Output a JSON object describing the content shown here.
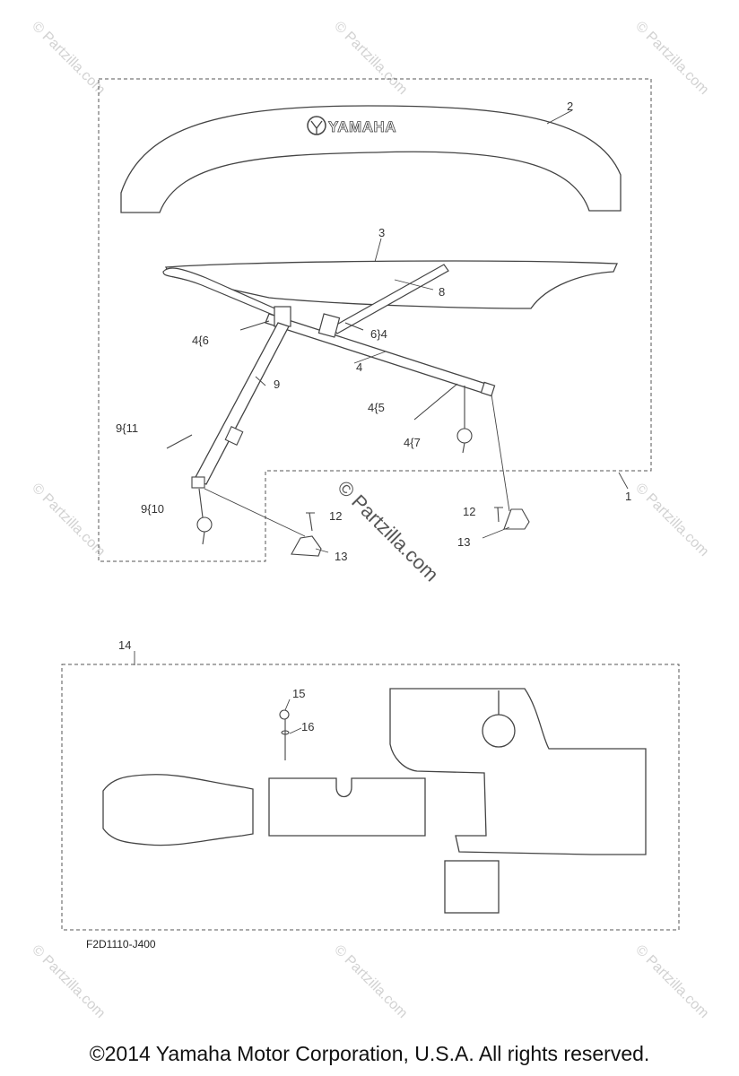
{
  "watermark": {
    "text": "© Partzilla.com",
    "center_text": "© Partzilla.com"
  },
  "brand_decal": "YAMAHA",
  "callouts": {
    "c1": "1",
    "c2": "2",
    "c3": "3",
    "c8": "8",
    "c6_4": "6}4",
    "c4_6": "4{6",
    "c4": "4",
    "c9": "9",
    "c4_5": "4{5",
    "c9_11": "9{11",
    "c4_7": "4{7",
    "c12a": "12",
    "c12b": "12",
    "c9_10": "9{10",
    "c13a": "13",
    "c13b": "13",
    "c14": "14",
    "c15": "15",
    "c16": "16"
  },
  "diagram_code": "F2D1110-J400",
  "copyright": "©2014  Yamaha Motor Corporation, U.S.A. All rights reserved."
}
